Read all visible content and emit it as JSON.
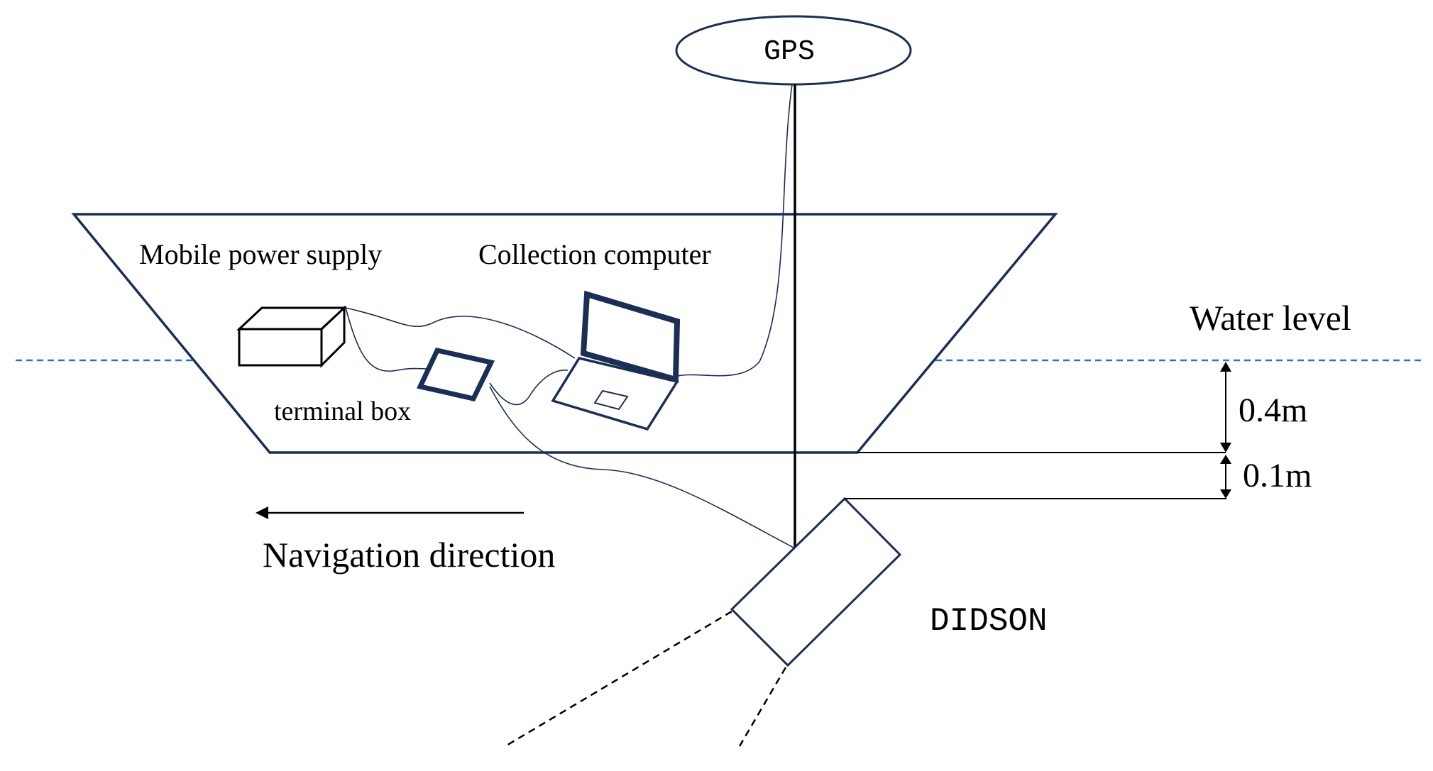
{
  "labels": {
    "gps": "GPS",
    "mobile_power_supply": "Mobile power supply",
    "collection_computer": "Collection computer",
    "water_level": "Water level",
    "terminal_box": "terminal box",
    "depth_upper": "0.4m",
    "depth_lower": "0.1m",
    "navigation_direction": "Navigation direction",
    "didson": "DIDSON"
  },
  "colors": {
    "outline": "#1a2f55",
    "cable": "#1a2f55",
    "water_line": "#2e75b6",
    "ink": "#000000"
  }
}
